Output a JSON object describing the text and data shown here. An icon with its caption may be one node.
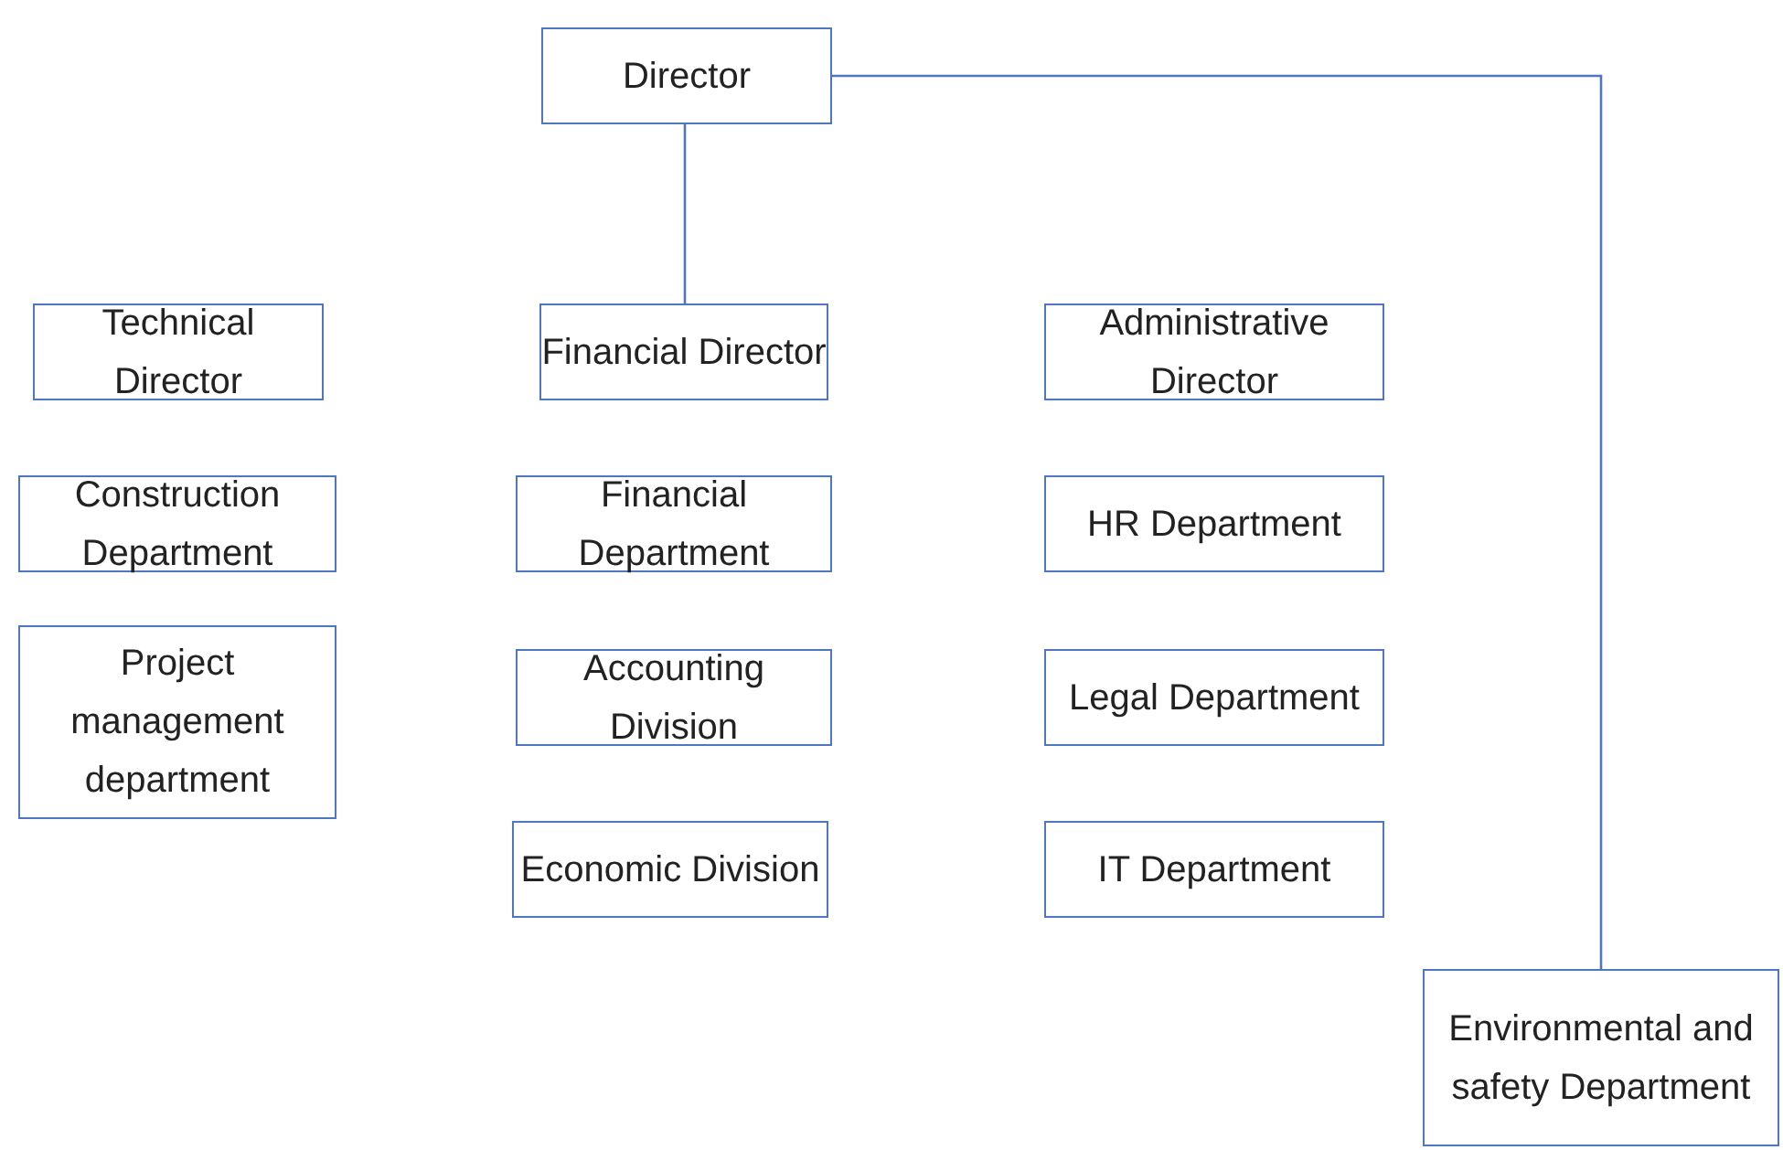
{
  "diagram": {
    "nodes": [
      {
        "text": [
          "Director"
        ]
      },
      {
        "text": [
          "Technical Director"
        ]
      },
      {
        "text": [
          "Financial Director"
        ]
      },
      {
        "text": [
          "Administrative Director"
        ]
      },
      {
        "text": [
          "Construction Department"
        ]
      },
      {
        "text": [
          "Project management department"
        ]
      },
      {
        "text": [
          "Financial Department"
        ]
      },
      {
        "text": [
          "Accounting Division"
        ]
      },
      {
        "text": [
          "Economic Division"
        ]
      },
      {
        "text": [
          "HR Department"
        ]
      },
      {
        "text": [
          "Legal Department"
        ]
      },
      {
        "text": [
          "IT Department"
        ]
      },
      {
        "text": [
          "Environmental and safety Department"
        ]
      }
    ],
    "edges": [
      {
        "from": 0,
        "to": 2,
        "arrow": "none"
      },
      {
        "from": 0,
        "to": 12,
        "arrow": "none"
      }
    ]
  }
}
